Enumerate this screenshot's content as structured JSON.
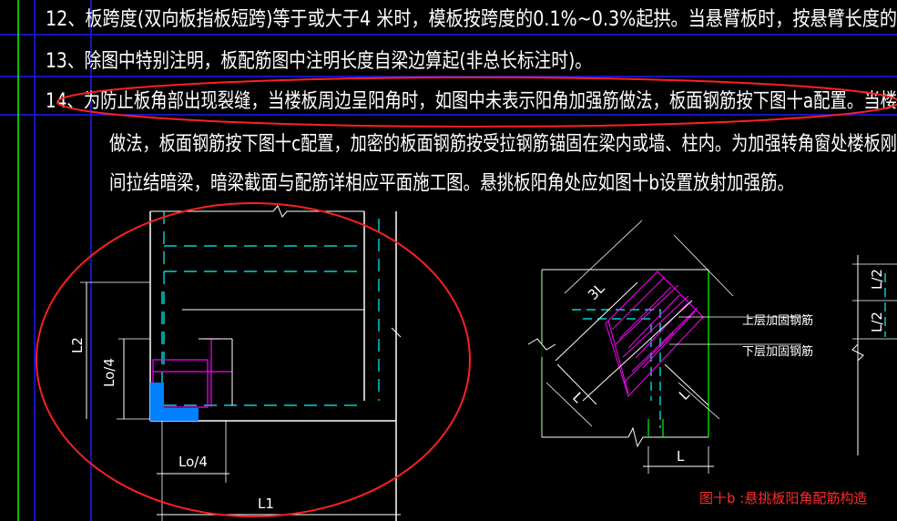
{
  "notes": {
    "note12": "12、板跨度(双向板指板短跨)等于或大于4 米时，模板按跨度的0.1%~0.3%起拱。当悬臂板时，按悬臂长度的",
    "note13": "13、除图中特别注明，板配筋图中注明长度自梁边算起(非总长标注时)。",
    "note14_line1": "14、为防止板角部出现裂缝，当楼板周边呈阳角时，如图中未表示阳角加强筋做法，板面钢筋按下图十a配置。当楼",
    "note14_line2": "做法，板面钢筋按下图十c配置，加密的板面钢筋按受拉钢筋锚固在梁内或墙、柱内。为加强转角窗处楼板刚",
    "note14_line3": "间拉结暗梁，暗梁截面与配筋详相应平面施工图。悬挑板阳角处应如图十b设置放射加强筋。"
  },
  "figure_a": {
    "dim_L2": "L2",
    "dim_Lo4_vertical": "Lo/4",
    "dim_Lo4_horizontal": "Lo/4",
    "dim_L1": "L1"
  },
  "figure_b": {
    "dim_3L": "3L",
    "dim_L_left": "L",
    "dim_L_right": "L",
    "dim_L_bottom": "L",
    "label_upper": "上层加固钢筋",
    "label_lower": "下层加固钢筋",
    "caption": "图十b :悬挑板阳角配筋构造"
  },
  "figure_c": {
    "dim_L2": "L/2",
    "dim_L2_top": "L/2"
  },
  "colors": {
    "background": "#000000",
    "text": "#ffffff",
    "blue_line": "#1a1aff",
    "green_line": "#00ff00",
    "cyan": "#00ffff",
    "magenta": "#ff00ff",
    "highlight": "#ff2020",
    "fill_blue": "#0080ff"
  }
}
